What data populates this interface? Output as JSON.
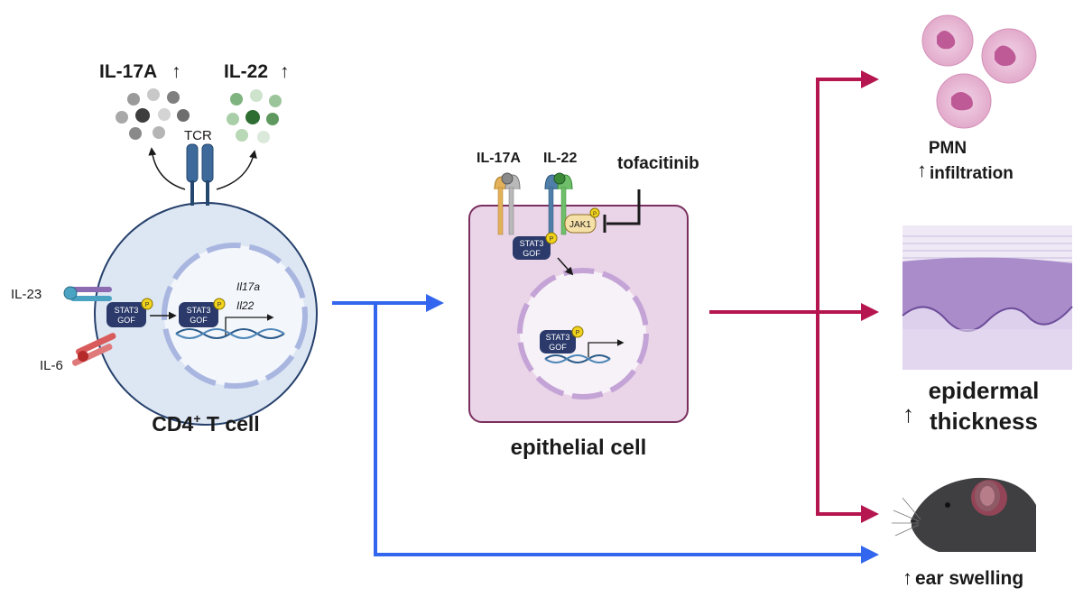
{
  "tcell": {
    "title": "CD4",
    "title_sup": "+",
    "title_rest": " T cell",
    "il17a_out": "IL-17A",
    "il22_out": "IL-22",
    "up_arrow": "↑",
    "tcr": "TCR",
    "il23": "IL-23",
    "il6": "IL-6",
    "stat3_line1": "STAT3",
    "stat3_line2": "GOF",
    "phospho": "P",
    "gene1": "Il17a",
    "gene2": "Il22"
  },
  "epithelial": {
    "title": "epithelial cell",
    "receptor1": "IL-17A",
    "receptor2": "IL-22",
    "drug": "tofacitinib",
    "jak": "JAK1",
    "stat3_line1": "STAT3",
    "stat3_line2": "GOF",
    "phospho": "P"
  },
  "outcomes": {
    "pmn_line1": "PMN",
    "pmn_line2": "infiltration",
    "epi_line1": "epidermal",
    "epi_line2": "thickness",
    "ear": "ear swelling",
    "up_arrow": "↑"
  },
  "colors": {
    "blue_arrow": "#3366ee",
    "red_arrow": "#b5164f",
    "tcell_fill": "#dde6f3",
    "tcell_stroke": "#25406b",
    "epi_fill": "#ead4e8",
    "epi_stroke": "#7a2f5e",
    "stat3": "#2b3a6b",
    "phospho": "#f1d21c"
  }
}
